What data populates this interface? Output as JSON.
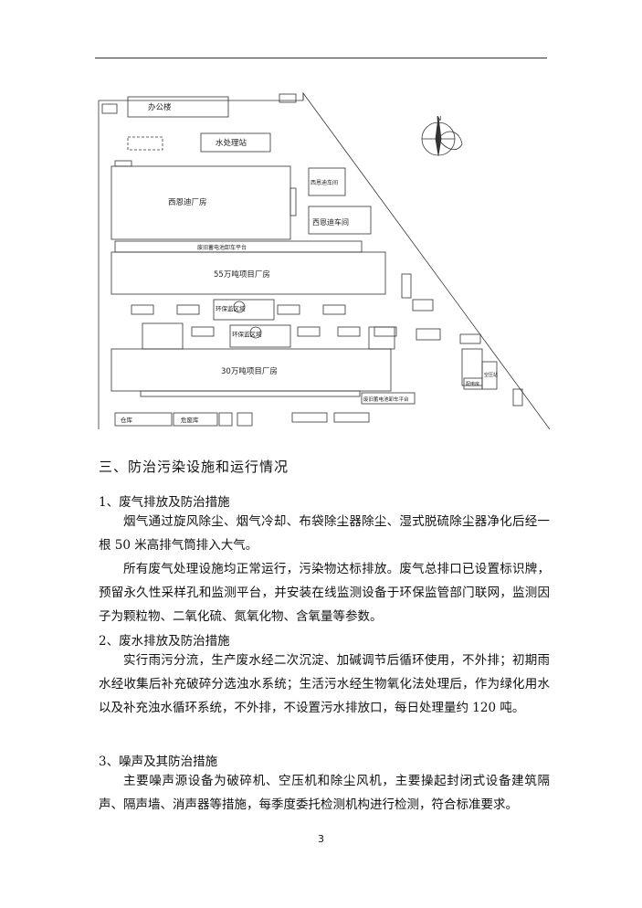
{
  "site_plan": {
    "office_building": "办公楼",
    "water_treatment_station": "水处理站",
    "simod_plant": "西恩迪厂房",
    "simod_workshop_1": "西恩迪车间",
    "simod_workshop_2": "西恩迪车间",
    "old_battery_platform_top": "废旧蓄电池卸车平台",
    "plant_55": "55万吨项目厂房",
    "plant_30": "30万吨项目厂房",
    "env_area_1": "环保监区域",
    "env_area_2": "环保监区域",
    "old_battery_platform_bottom": "废旧蓄电池卸车平台",
    "warehouse": "仓库",
    "hazardous_waste_store": "危废库",
    "air_compressor_room": "空压站",
    "distribution_room": "配电房",
    "compass_north": "N"
  },
  "section": {
    "title": "三、防治污染设施和运行情况"
  },
  "waste_gas": {
    "heading": "1、废气排放及防治措施",
    "p1": "烟气通过旋风除尘、烟气冷却、布袋除尘器除尘、湿式脱硫除尘器净化后经一根 50 米高排气筒排入大气。",
    "p2": "所有废气处理设施均正常运行，污染物达标排放。废气总排口已设置标识牌，预留永久性采样孔和监测平台，并安装在线监测设备于环保监管部门联网，监测因子为颗粒物、二氧化硫、氮氧化物、含氧量等参数。"
  },
  "waste_water": {
    "heading": "2、废水排放及防治措施",
    "p1": "实行雨污分流，生产废水经二次沉淀、加碱调节后循环使用，不外排；初期雨水经收集后补充破碎分选浊水系统；生活污水经生物氧化法处理后，作为绿化用水以及补充浊水循环系统，不外排，不设置污水排放口，每日处理量约 120 吨。"
  },
  "noise": {
    "heading": "3、噪声及其防治措施",
    "p1": "主要噪声源设备为破碎机、空压机和除尘风机，主要操起封闭式设备建筑隔声、隔声墙、消声器等措施，每季度委托检测机构进行检测，符合标准要求。"
  },
  "page_number": "3"
}
